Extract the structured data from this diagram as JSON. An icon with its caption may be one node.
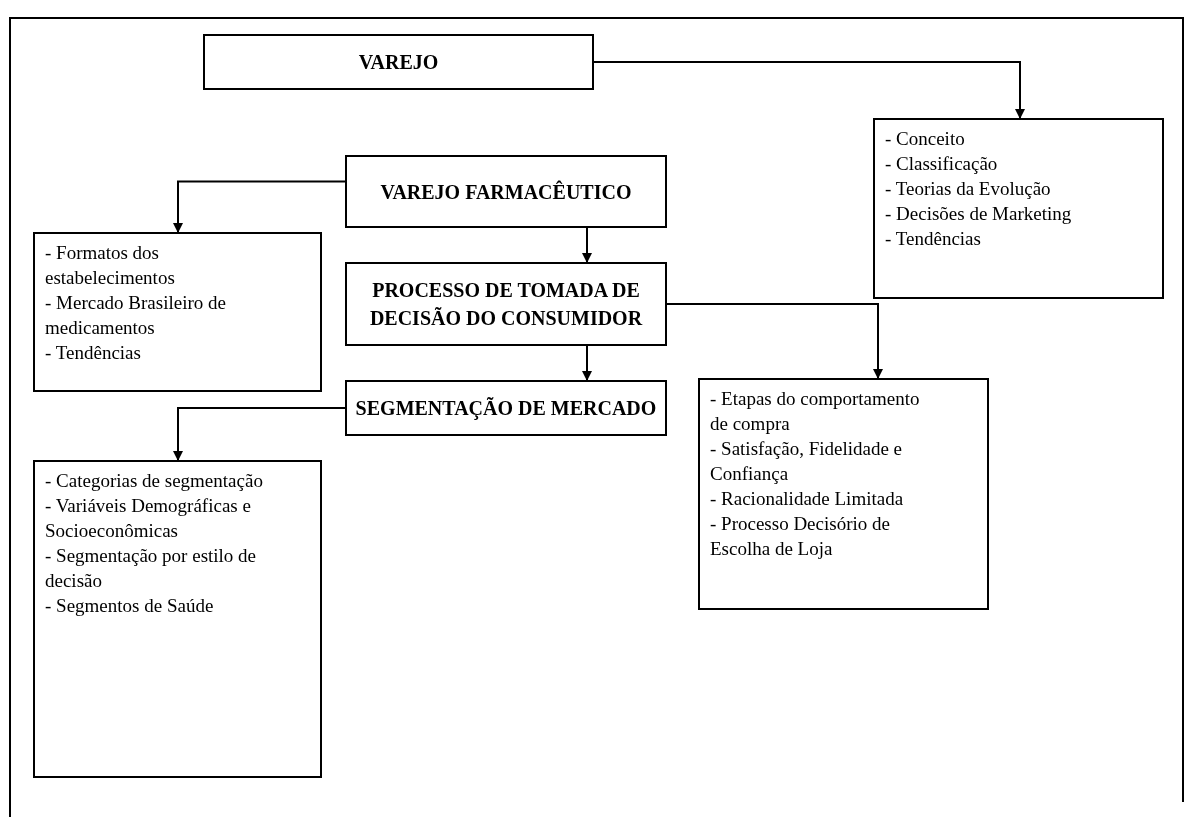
{
  "diagram": {
    "nodes": [
      {
        "text": [
          "VAREJO"
        ]
      },
      {
        "text": [
          "- Conceito",
          "- Classificação",
          "- Teorias da Evolução",
          "- Decisões de Marketing",
          "- Tendências"
        ]
      },
      {
        "text": [
          "VAREJO FARMACÊUTICO"
        ]
      },
      {
        "text": [
          "- Formatos dos estabelecimentos",
          "- Mercado Brasileiro de medicamentos",
          "- Tendências"
        ]
      },
      {
        "text": [
          "PROCESSO DE TOMADA DE DECISÃO DO CONSUMIDOR"
        ]
      },
      {
        "text": [
          "- Etapas do comportamento de compra",
          "- Satisfação, Fidelidade e Confiança",
          "- Racionalidade Limitada",
          "- Processo Decisório de Escolha de Loja"
        ]
      },
      {
        "text": [
          "SEGMENTAÇÃO DE MERCADO"
        ]
      },
      {
        "text": [
          "- Categorias de segmentação",
          "- Variáveis Demográficas e Socioeconômicas",
          "- Segmentação por estilo de decisão",
          "- Segmentos de Saúde"
        ]
      }
    ],
    "edges": [
      {
        "from": 0,
        "to": 1,
        "arrow": "to"
      },
      {
        "from": 2,
        "to": 3,
        "arrow": "to"
      },
      {
        "from": 2,
        "to": 4,
        "arrow": "to"
      },
      {
        "from": 4,
        "to": 5,
        "arrow": "to"
      },
      {
        "from": 4,
        "to": 6,
        "arrow": "to"
      },
      {
        "from": 6,
        "to": 7,
        "arrow": "to"
      }
    ]
  }
}
